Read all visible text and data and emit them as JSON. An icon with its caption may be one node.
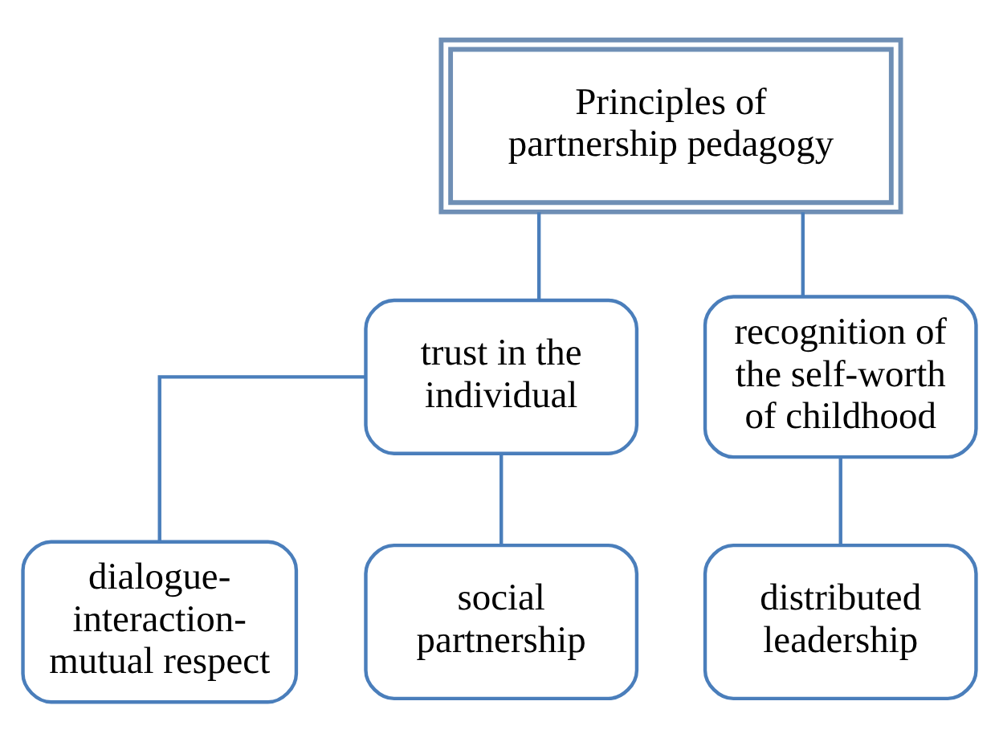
{
  "diagram": {
    "nodes": [
      {
        "text": [
          "Principles of partnership pedagogy"
        ]
      },
      {
        "text": [
          "trust in the individual"
        ]
      },
      {
        "text": [
          "recognition of the self-worth of childhood"
        ]
      },
      {
        "text": [
          "dialogue-interaction-mutual respect"
        ]
      },
      {
        "text": [
          "social partnership"
        ]
      },
      {
        "text": [
          "distributed leadership"
        ]
      }
    ],
    "edges": [
      {
        "from": 0,
        "to": 1,
        "arrow": "none"
      },
      {
        "from": 0,
        "to": 2,
        "arrow": "none"
      },
      {
        "from": 1,
        "to": 3,
        "arrow": "none"
      },
      {
        "from": 1,
        "to": 4,
        "arrow": "none"
      },
      {
        "from": 2,
        "to": 5,
        "arrow": "none"
      }
    ]
  }
}
